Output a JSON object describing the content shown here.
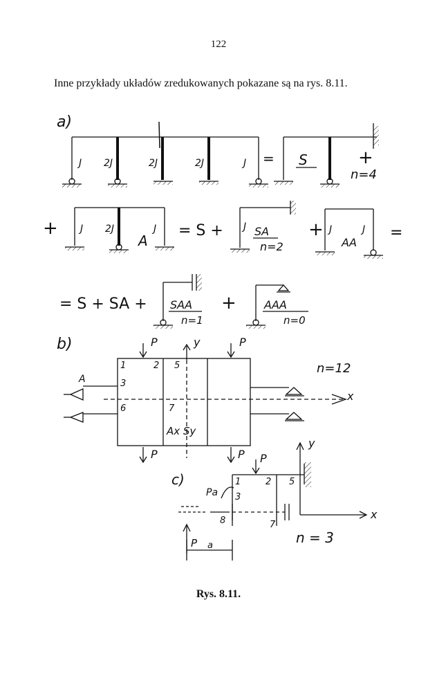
{
  "page": {
    "number": "122",
    "intro": "Inne przykłady układów zredukowanych pokazane są na rys. 8.11.",
    "caption": "Rys. 8.11."
  },
  "part_a": {
    "label": "a)",
    "row1": {
      "j_labels": [
        "J",
        "2J",
        "2J",
        "2J",
        "J"
      ],
      "equals": "=",
      "box": "S",
      "plus": "+",
      "n": "n=4"
    },
    "row2": {
      "plus_lead": "+",
      "j_left": [
        "J",
        "2J",
        "J"
      ],
      "letter": "A",
      "eq_s_plus": "= S +",
      "sa_j": "J",
      "sa_box": "SA",
      "sa_n": "n=2",
      "plus_mid": "+",
      "aa_j1": "J",
      "aa_j2": "J",
      "aa_box": "AA",
      "equals_end": "="
    },
    "row3": {
      "lead": "= S + SA +",
      "saa": "SAA",
      "saa_n": "n=1",
      "plus": "+",
      "aaa": "AAA",
      "aaa_n": "n=0"
    }
  },
  "part_b": {
    "label": "b)",
    "loads": [
      "P",
      "P",
      "P",
      "P"
    ],
    "axis_y": "y",
    "axis_x": "x",
    "nodes": [
      "1",
      "2",
      "5",
      "3",
      "6",
      "7"
    ],
    "support": "A",
    "center": "Ax Sy",
    "n": "n=12"
  },
  "part_c": {
    "label": "c)",
    "axis_y": "y",
    "axis_x": "x",
    "load_p": "P",
    "nodes": [
      "1",
      "2",
      "5",
      "3",
      "8",
      "7"
    ],
    "pa_upper": "Pa",
    "pa_lower": "P",
    "a": "a",
    "n": "n = 3"
  }
}
